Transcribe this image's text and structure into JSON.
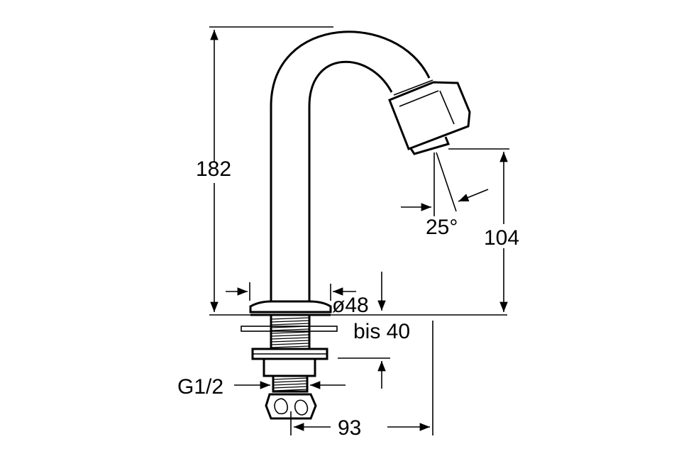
{
  "dimensions": {
    "height_total": "182",
    "outlet_height": "104",
    "angle": "25°",
    "flange_diameter": "ø48",
    "max_thickness": "bis 40",
    "thread_size": "G1/2",
    "projection": "93"
  },
  "colors": {
    "line": "#000000",
    "background": "#ffffff"
  }
}
